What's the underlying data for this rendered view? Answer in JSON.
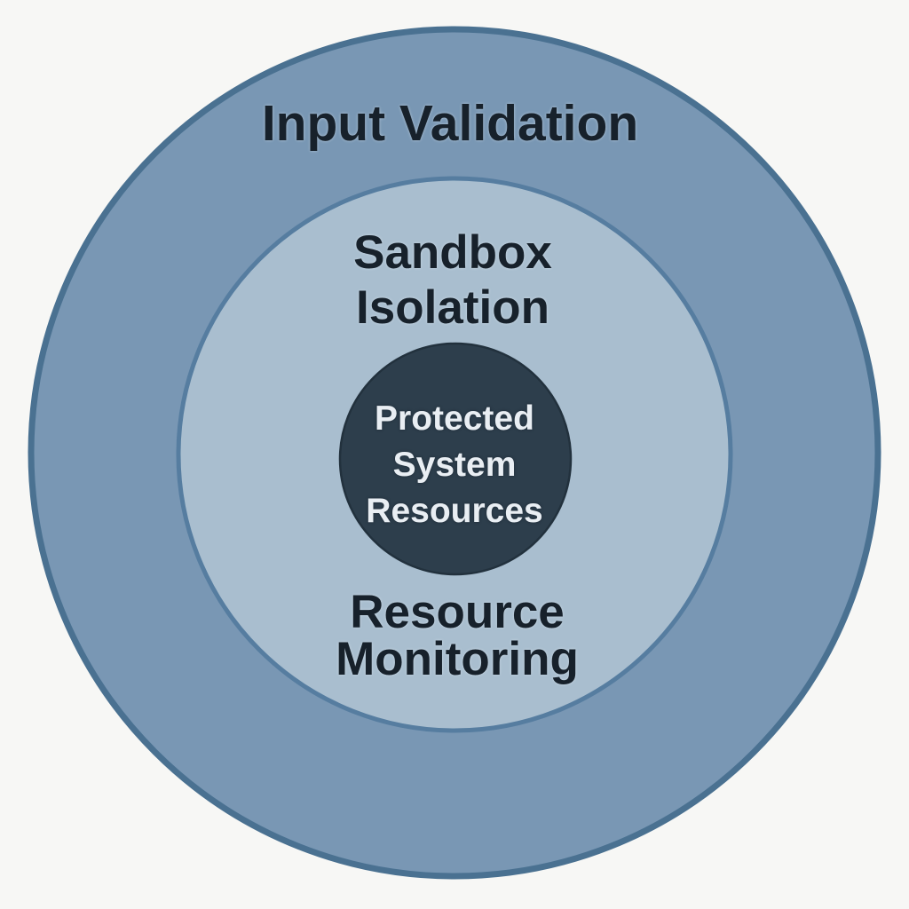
{
  "colors": {
    "background": "#f7f7f5",
    "outer_fill": "#7997b4",
    "outer_stroke": "#4a7191",
    "middle_fill": "#a9becf",
    "middle_stroke": "#567da0",
    "core_fill": "#2d3e4c",
    "core_stroke": "#22313d",
    "label_dark": "#17212b",
    "label_light": "#e9eef3"
  },
  "layers": {
    "outer": {
      "label": "Input Validation"
    },
    "middle": {
      "top_line1": "Sandbox",
      "top_line2": "Isolation",
      "bottom_line1": "Resource",
      "bottom_line2": "Monitoring"
    },
    "core": {
      "line1": "Protected",
      "line2": "System",
      "line3": "Resources"
    }
  }
}
